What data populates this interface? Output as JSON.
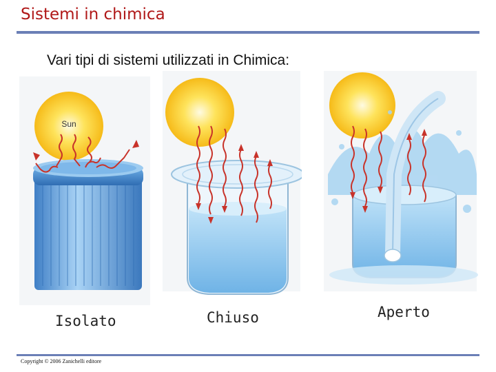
{
  "slide": {
    "title": "Sistemi in chimica",
    "subtitle": "Vari tipi di sistemi utilizzati in Chimica:",
    "copyright": "Copyright © 2006 Zanichelli editore"
  },
  "figures": [
    {
      "caption": "Isolato",
      "sun_label": "Sun",
      "icon": "insulated-container-icon"
    },
    {
      "caption": "Chiuso",
      "icon": "closed-container-icon"
    },
    {
      "caption": "Aperto",
      "icon": "open-container-icon"
    }
  ],
  "colors": {
    "title": "#b01818",
    "rule": "#6b7fb6",
    "sun": "#f6b400",
    "heat_arrow": "#c8332a",
    "water": "#8ec7ec",
    "container": "#4a8fd0"
  }
}
